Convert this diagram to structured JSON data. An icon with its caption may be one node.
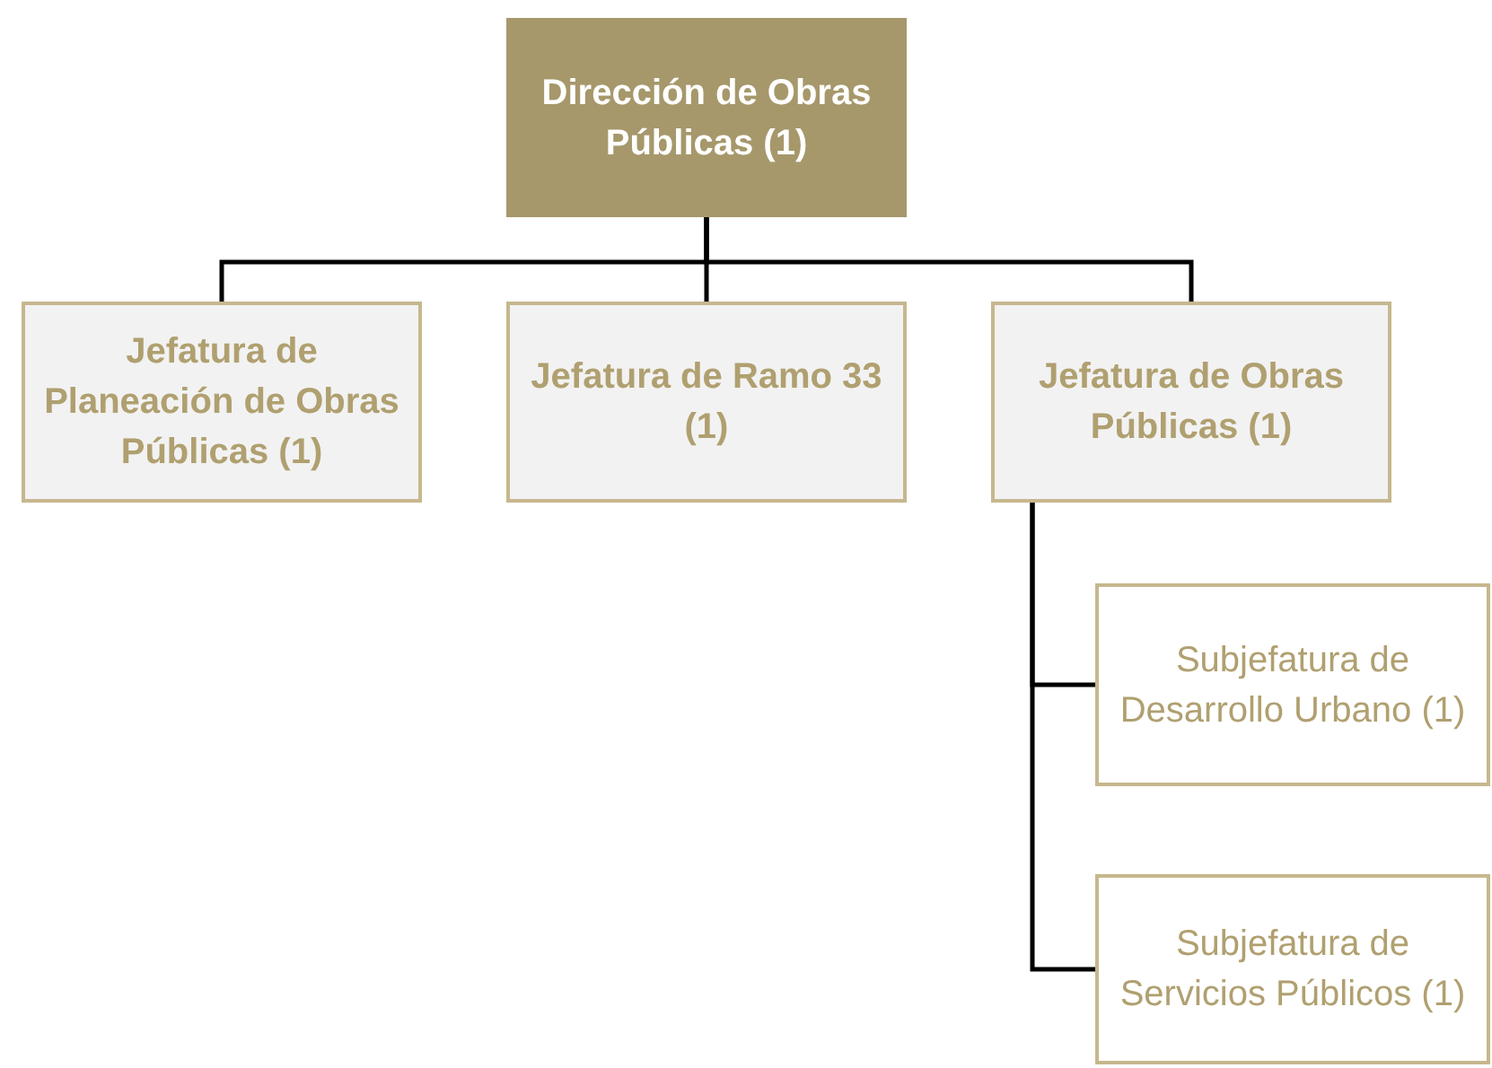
{
  "diagram": {
    "nodes": [
      {
        "text": [
          "Dirección de Obras Públicas (1)"
        ]
      },
      {
        "text": [
          "Jefatura de Planeación de Obras Públicas (1)"
        ]
      },
      {
        "text": [
          "Jefatura de Ramo 33 (1)"
        ]
      },
      {
        "text": [
          "Jefatura de Obras Públicas (1)"
        ]
      },
      {
        "text": [
          "Subjefatura de Desarrollo Urbano (1)"
        ]
      },
      {
        "text": [
          "Subjefatura de Servicios Públicos (1)"
        ]
      }
    ],
    "edges": [
      {
        "from": 0,
        "to": 1,
        "arrow": "none"
      },
      {
        "from": 0,
        "to": 2,
        "arrow": "none"
      },
      {
        "from": 0,
        "to": 3,
        "arrow": "none"
      },
      {
        "from": 3,
        "to": 4,
        "arrow": "none"
      },
      {
        "from": 3,
        "to": 5,
        "arrow": "none"
      }
    ]
  }
}
